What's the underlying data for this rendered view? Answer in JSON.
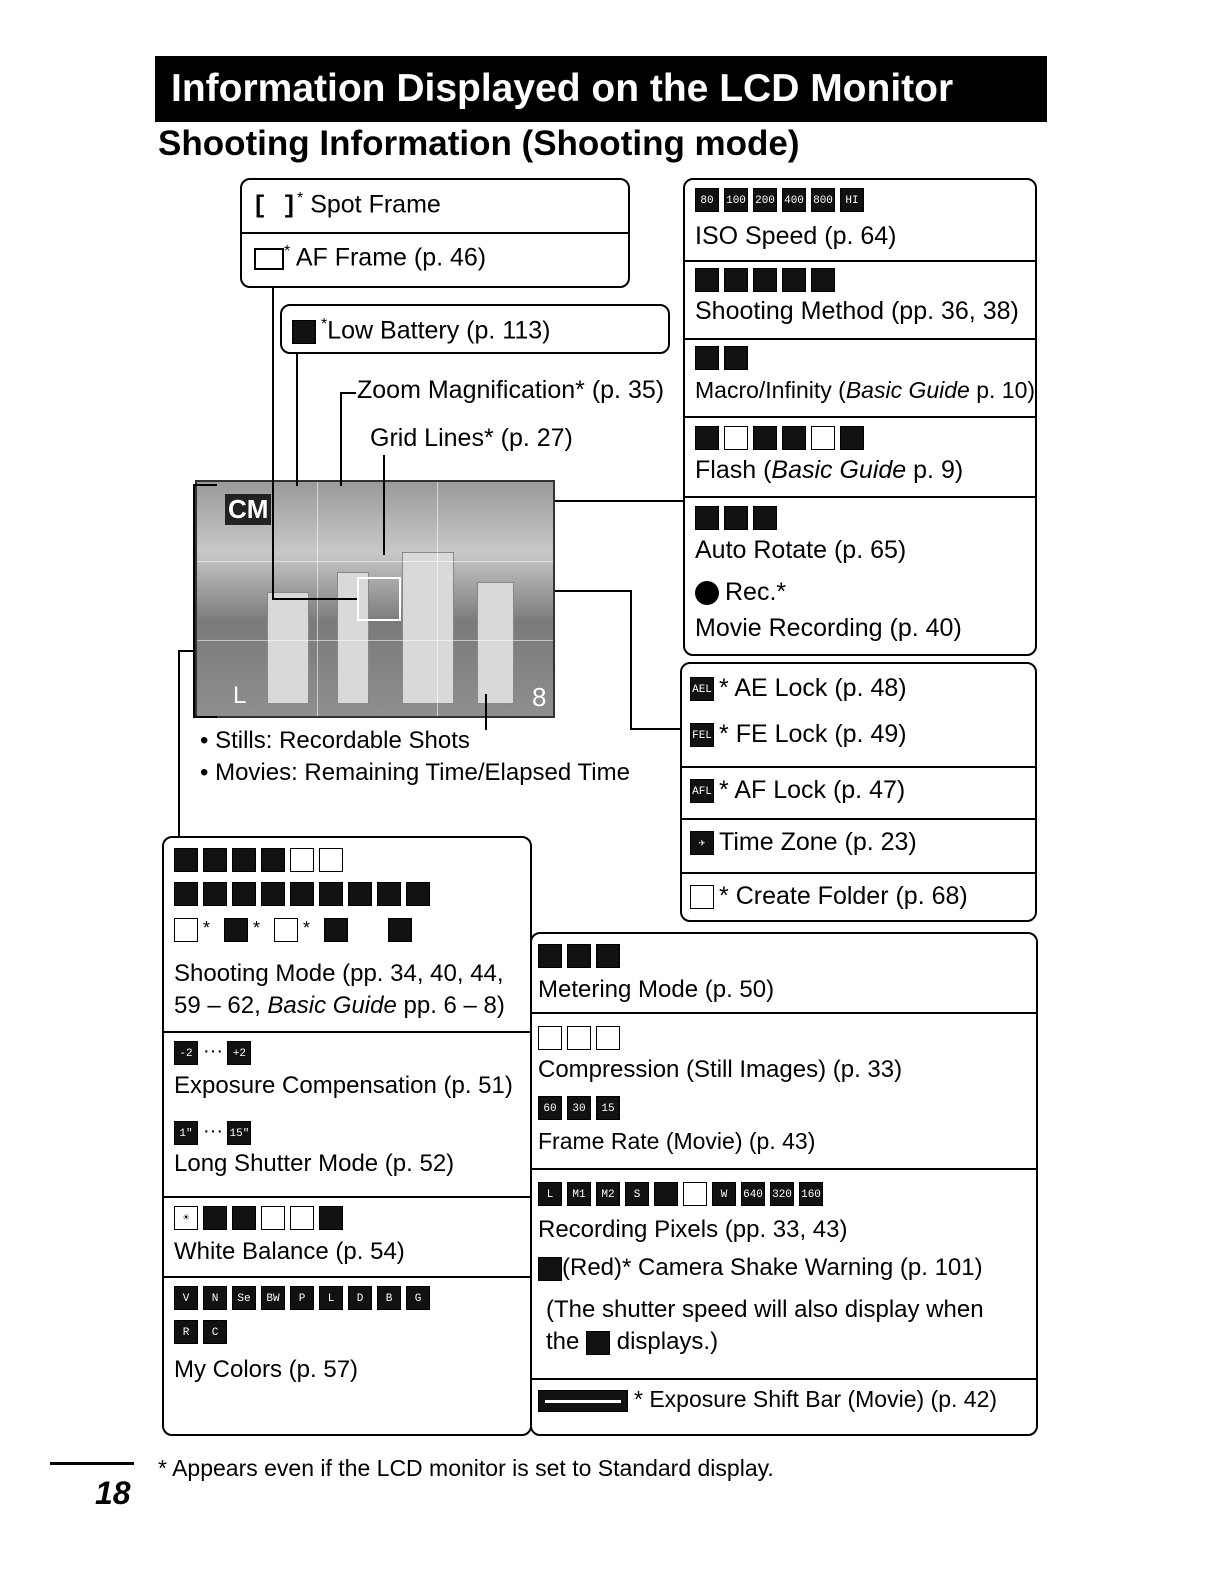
{
  "banner_title": "Information Displayed on the LCD Monitor",
  "subheading": "Shooting Information (Shooting mode)",
  "frames": {
    "spot_frame": "Spot Frame",
    "spot_glyph": "[ ]",
    "af_frame": "AF Frame (p. 46)"
  },
  "low_battery": "Low Battery (p. 113)",
  "asterisk": "*",
  "zoom_magnification": "Zoom Magnification* (p. 35)",
  "grid_lines": "Grid Lines* (p. 27)",
  "lcd": {
    "mode_label": "CM",
    "size_label": "L",
    "shots_label": "8"
  },
  "shots": {
    "stills": "Stills: Recordable Shots",
    "movies": "Movies: Remaining Time/Elapsed Time"
  },
  "right_panel": {
    "iso_icons": [
      "80",
      "100",
      "200",
      "400",
      "800",
      "HI"
    ],
    "iso_speed": "ISO Speed (p. 64)",
    "shooting_method": "Shooting Method (pp. 36, 38)",
    "macro_prefix": "Macro/Infinity (",
    "macro_italic": "Basic Guide",
    "macro_suffix": " p. 10)",
    "flash_prefix": "Flash (",
    "flash_italic": "Basic Guide",
    "flash_suffix": " p. 9)",
    "auto_rotate": "Auto Rotate (p. 65)",
    "rec": "Rec.*",
    "movie_recording": "Movie Recording (p. 40)"
  },
  "locks": {
    "ae_icon": "AEL",
    "ae_lock": "AE Lock (p. 48)",
    "fe_icon": "FEL",
    "fe_lock": "FE Lock (p. 49)",
    "af_icon": "AFL",
    "af_lock": "AF Lock (p. 47)",
    "time_zone": "Time Zone (p. 23)",
    "create_folder": "Create Folder (p. 68)"
  },
  "left_lower": {
    "shooting_mode_line1": "Shooting Mode (pp. 34, 40, 44,",
    "shooting_mode_line2_prefix": "59 – 62, ",
    "shooting_mode_italic": "Basic Guide",
    "shooting_mode_line2_suffix": " pp. 6 – 8)",
    "ev_minus": "-2",
    "ev_plus": "+2",
    "dots": "···",
    "exposure_comp": "Exposure Compensation (p. 51)",
    "shutter_1": "1\"",
    "shutter_15": "15\"",
    "long_shutter": "Long Shutter Mode (p. 52)",
    "white_balance": "White Balance (p. 54)",
    "my_colors_icons": [
      "V",
      "N",
      "Se",
      "BW",
      "P",
      "L",
      "D",
      "B",
      "G",
      "R",
      "C"
    ],
    "my_colors": "My Colors (p. 57)"
  },
  "right_lower": {
    "metering_mode": "Metering Mode (p. 50)",
    "compression": "Compression (Still Images) (p. 33)",
    "frame_rate_icons": [
      "60",
      "30",
      "15"
    ],
    "frame_rate": "Frame Rate (Movie) (p. 43)",
    "recording_pixels_icons": [
      "L",
      "M1",
      "M2",
      "S",
      "",
      "",
      "W",
      "640",
      "320",
      "160"
    ],
    "recording_pixels": "Recording Pixels (pp. 33, 43)",
    "camera_shake": "(Red)*  Camera Shake Warning (p. 101)",
    "shutter_note_1": "(The shutter speed will also display when",
    "shutter_note_2_prefix": "the",
    "shutter_note_2_suffix": "displays.)",
    "exposure_shift": "*  Exposure Shift Bar (Movie) (p. 42)"
  },
  "footnote": "*  Appears even if the LCD monitor is set to Standard display.",
  "page_number": "18"
}
